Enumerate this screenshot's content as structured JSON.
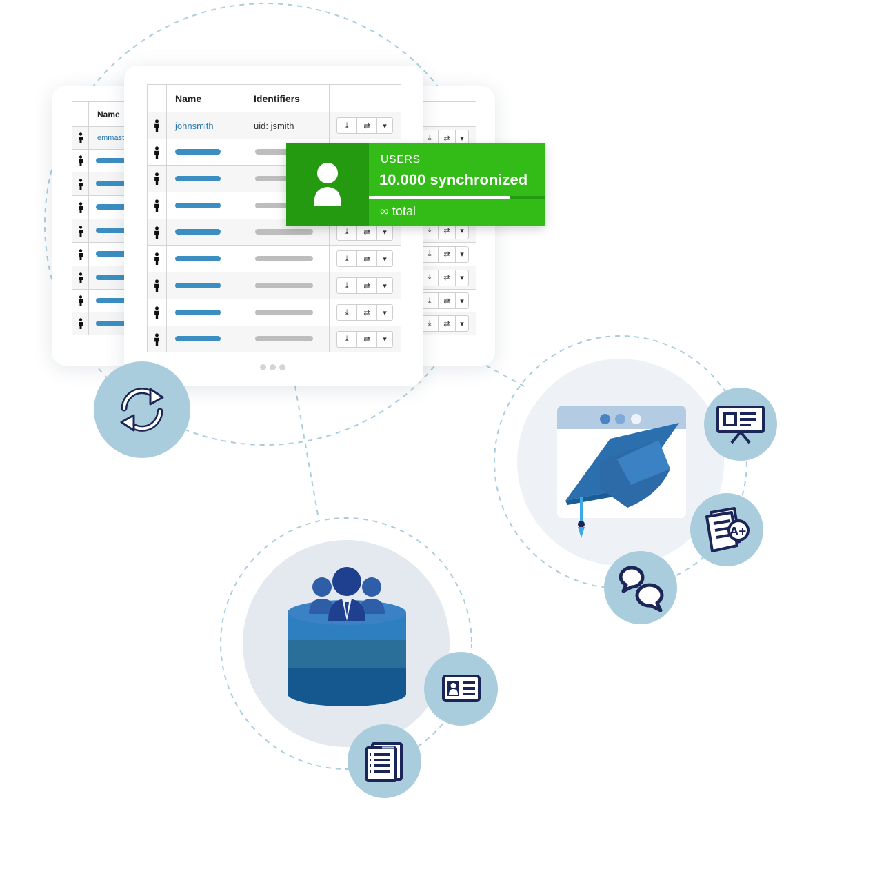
{
  "table": {
    "col_name": "Name",
    "col_identifiers": "Identifiers",
    "first_row": {
      "name": "johnsmith",
      "identifier": "uid: jsmith"
    },
    "back_row_name": "emmast"
  },
  "badge": {
    "label": "USERS",
    "count": "10.000 synchronized",
    "total": "∞ total",
    "progress": 0.8
  },
  "colors": {
    "badge_green": "#33bb17",
    "badge_dark_green": "#249a10",
    "bubble_blue": "#a9cddd",
    "navy": "#1b2558",
    "bar_blue": "#3b8ec2"
  },
  "icons": [
    "person-icon",
    "download-icon",
    "sync-arrows-icon",
    "caret-down-icon",
    "refresh-icon",
    "graduation-cap-icon",
    "presentation-board-icon",
    "graded-paper-icon",
    "chat-bubbles-icon",
    "group-database-icon",
    "id-card-icon",
    "document-list-icon",
    "user-avatar-icon"
  ]
}
